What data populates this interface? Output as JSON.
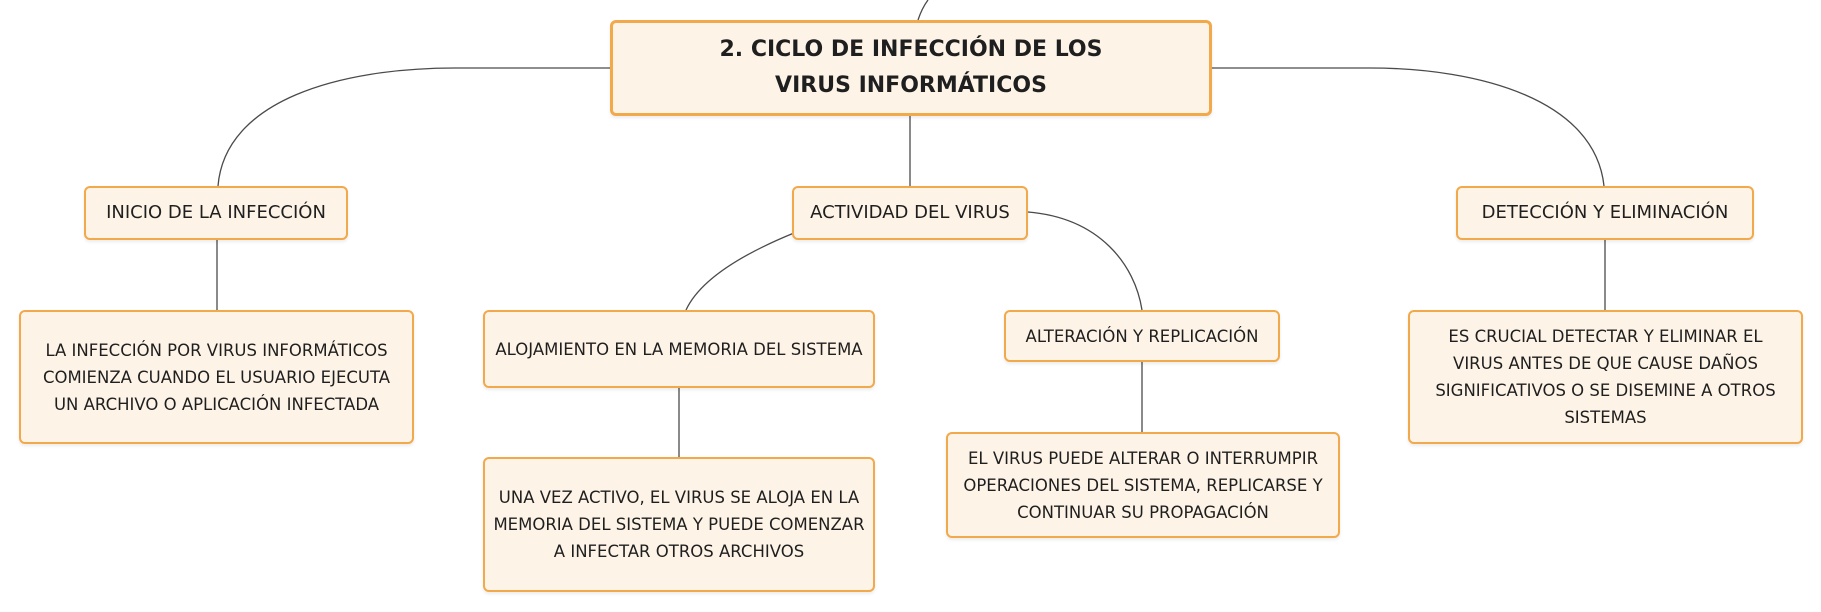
{
  "colors": {
    "node_fill": "#fdf4e7",
    "node_border": "#f2a94b",
    "connector": "#4a4a4a",
    "text": "#1f1f1f"
  },
  "root": {
    "title": "2. CICLO DE INFECCIÓN DE LOS VIRUS INFORMÁTICOS"
  },
  "branches": [
    {
      "title": "INICIO DE LA INFECCIÓN",
      "detail": "LA INFECCIÓN POR VIRUS INFORMÁTICOS COMIENZA CUANDO EL USUARIO EJECUTA UN ARCHIVO O APLICACIÓN INFECTADA"
    },
    {
      "title": "ACTIVIDAD DEL VIRUS",
      "children": [
        {
          "title": "ALOJAMIENTO EN LA MEMORIA DEL SISTEMA",
          "detail": "UNA VEZ ACTIVO, EL VIRUS SE ALOJA EN LA MEMORIA DEL SISTEMA Y PUEDE COMENZAR A INFECTAR OTROS ARCHIVOS"
        },
        {
          "title": "ALTERACIÓN Y REPLICACIÓN",
          "detail": "EL VIRUS PUEDE ALTERAR O INTERRUMPIR OPERACIONES DEL SISTEMA, REPLICARSE Y CONTINUAR SU PROPAGACIÓN"
        }
      ]
    },
    {
      "title": "DETECCIÓN Y ELIMINACIÓN",
      "detail": "ES CRUCIAL DETECTAR Y ELIMINAR EL VIRUS ANTES DE QUE CAUSE DAÑOS SIGNIFICATIVOS O SE DISEMINE A OTROS SISTEMAS"
    }
  ]
}
